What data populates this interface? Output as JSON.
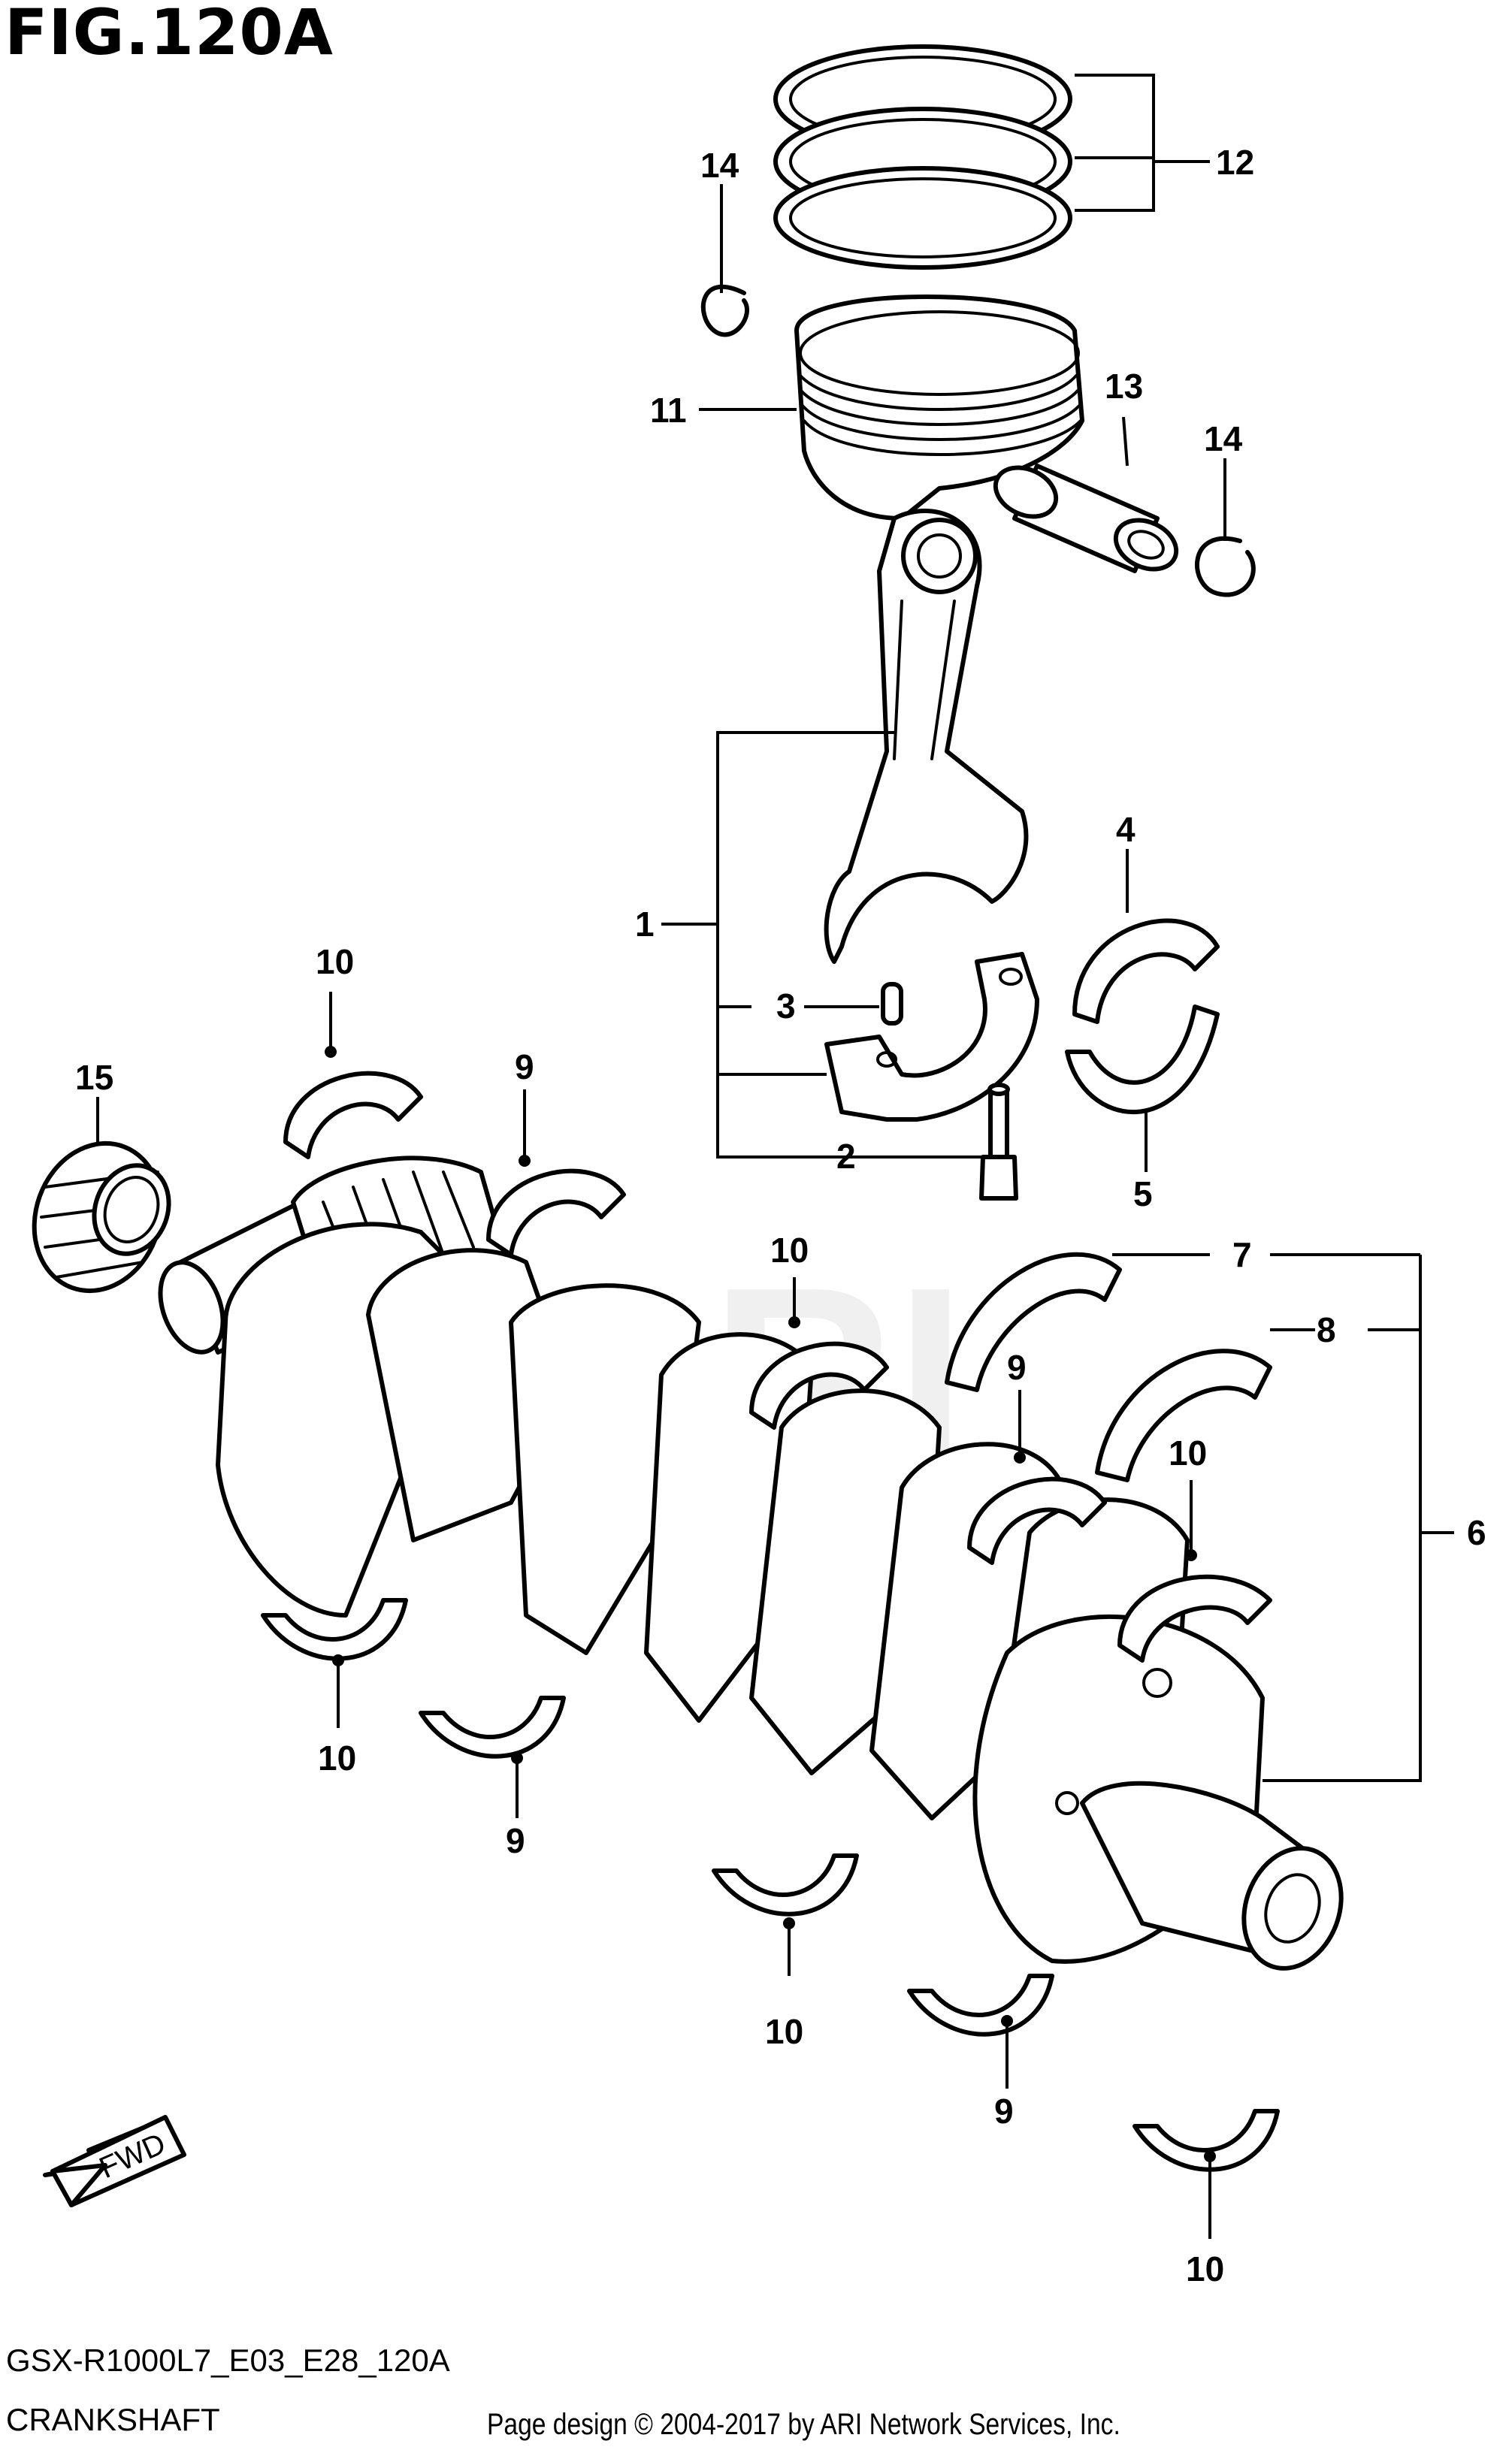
{
  "figure": {
    "title": "FIG.120A",
    "catalog_id": "GSX-R1000L7_E03_E28_120A",
    "section_name": "CRANKSHAFT",
    "credit": "Page design © 2004-2017 by ARI Network Services, Inc.",
    "watermark": "ARI"
  },
  "direction_marker": {
    "label": "FWD",
    "icon": "arrow-left-down-icon"
  },
  "callouts": [
    {
      "id": "c1",
      "label": "1",
      "part": "connecting-rod-assembly"
    },
    {
      "id": "c2",
      "label": "2",
      "part": "bolt"
    },
    {
      "id": "c3",
      "label": "3",
      "part": "pin"
    },
    {
      "id": "c4",
      "label": "4",
      "part": "conrod-bearing-upper"
    },
    {
      "id": "c5",
      "label": "5",
      "part": "conrod-bearing-lower"
    },
    {
      "id": "c6",
      "label": "6",
      "part": "thrust-bearing-set"
    },
    {
      "id": "c7",
      "label": "7",
      "part": "thrust-bearing"
    },
    {
      "id": "c8",
      "label": "8",
      "part": "thrust-bearing"
    },
    {
      "id": "c9a",
      "label": "9",
      "part": "crank-bearing"
    },
    {
      "id": "c9b",
      "label": "9",
      "part": "crank-bearing"
    },
    {
      "id": "c9c",
      "label": "9",
      "part": "crank-bearing"
    },
    {
      "id": "c9d",
      "label": "9",
      "part": "crank-bearing"
    },
    {
      "id": "c10a",
      "label": "10",
      "part": "crank-bearing"
    },
    {
      "id": "c10b",
      "label": "10",
      "part": "crank-bearing"
    },
    {
      "id": "c10c",
      "label": "10",
      "part": "crank-bearing"
    },
    {
      "id": "c10d",
      "label": "10",
      "part": "crank-bearing"
    },
    {
      "id": "c10e",
      "label": "10",
      "part": "crank-bearing"
    },
    {
      "id": "c10f",
      "label": "10",
      "part": "crank-bearing"
    },
    {
      "id": "c11",
      "label": "11",
      "part": "piston"
    },
    {
      "id": "c12",
      "label": "12",
      "part": "piston-ring-set"
    },
    {
      "id": "c13",
      "label": "13",
      "part": "piston-pin"
    },
    {
      "id": "c14a",
      "label": "14",
      "part": "circlip"
    },
    {
      "id": "c14b",
      "label": "14",
      "part": "circlip"
    },
    {
      "id": "c15",
      "label": "15",
      "part": "gear"
    }
  ]
}
